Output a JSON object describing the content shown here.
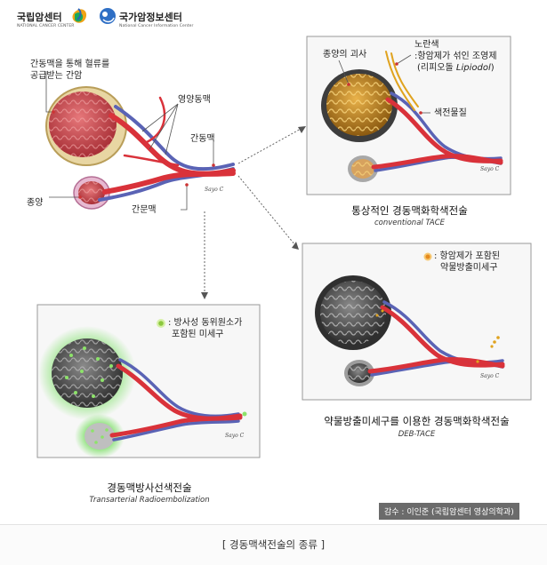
{
  "logos": {
    "ncc": {
      "name": "국립암센터",
      "sub": "NATIONAL CANCER CENTER"
    },
    "nci": {
      "name": "국가암정보센터",
      "sub": "National Cancer Information Center"
    }
  },
  "main_diagram": {
    "label_liver_cancer": "간동맥을 통해 혈류를",
    "label_liver_cancer_2": "공급받는 간암",
    "label_nutrient_artery": "영양동맥",
    "label_hepatic_artery": "간동맥",
    "label_tumor": "종양",
    "label_portal_vein": "간문맥"
  },
  "panel_conventional": {
    "label_necrosis": "종양의 괴사",
    "label_yellow": "노란색",
    "label_mix_1": ":항암제가 섞인 조영제",
    "label_mix_2": "(리피오돌 ",
    "label_mix_2_italic": "Lipiodol",
    "label_mix_2_end": ")",
    "label_embolic": "색전물질",
    "title": "통상적인 경동맥화학색전술",
    "subtitle": "conventional TACE"
  },
  "panel_deb": {
    "legend_1": ": 항암제가 포함된",
    "legend_2": "약물방출미세구",
    "title": "약물방출미세구를 이용한 경동맥화학색전술",
    "subtitle": "DEB-TACE"
  },
  "panel_tare": {
    "legend_1": ": 방사성 동위원소가",
    "legend_2": "포함된 미세구",
    "title": "경동맥방사선색전술",
    "subtitle": "Transarterial Radioembolization"
  },
  "credit": "감수 : 이인준 (국립암센터 영상의학과)",
  "footer_caption": "[ 경동맥색전술의 종류 ]",
  "colors": {
    "artery": "#d9323a",
    "vein": "#5a63b5",
    "tumor_red": "#c2474c",
    "panel_bg": "#f7f7f7",
    "lipiodol": "#e0a31f",
    "radio_glow": "#6fd15c"
  }
}
